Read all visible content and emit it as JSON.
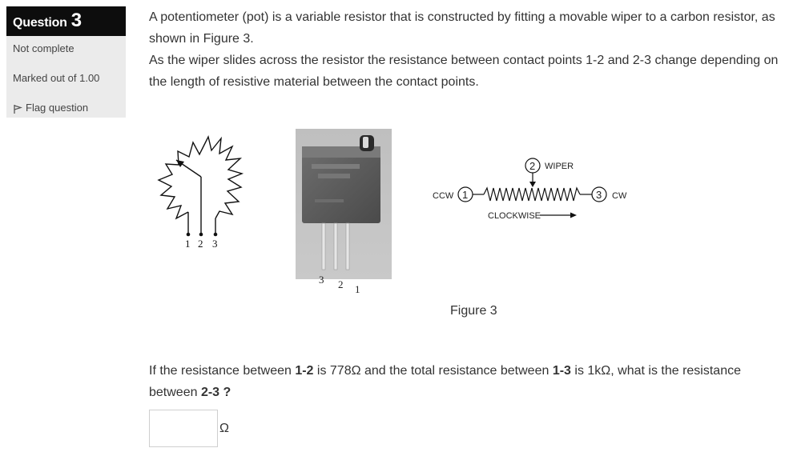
{
  "question_info": {
    "label": "Question",
    "number": "3",
    "status": "Not complete",
    "marks": "Marked out of 1.00",
    "flag_label": "Flag question"
  },
  "intro": {
    "paragraph1": "A potentiometer (pot) is a variable resistor that is constructed by fitting a movable wiper to a carbon resistor, as shown in Figure 3.",
    "paragraph2": "As the wiper slides across the resistor the resistance between contact points 1-2 and 2-3 change depending on the length of resistive material between the contact points."
  },
  "figure": {
    "symbol_pins": [
      "1",
      "2",
      "3"
    ],
    "photo_pins": [
      "3",
      "2",
      "1"
    ],
    "schematic": {
      "ccw_label": "CCW",
      "cw_label": "CW",
      "wiper_label": "WIPER",
      "clockwise_label": "CLOCKWISE",
      "terminal_1": "1",
      "terminal_2": "2",
      "terminal_3": "3"
    },
    "caption": "Figure 3"
  },
  "question": {
    "part1": "If the resistance between ",
    "ref_a": "1-2",
    "part2": " is 778Ω and the total resistance between ",
    "ref_b": "1-3",
    "part3": " is 1kΩ, what is the resistance between ",
    "ref_c": "2-3",
    "part4": " ?"
  },
  "answer": {
    "value": "",
    "unit": "Ω"
  },
  "colors": {
    "header_bg": "#0d0d0d",
    "panel_bg": "#ebebeb"
  }
}
